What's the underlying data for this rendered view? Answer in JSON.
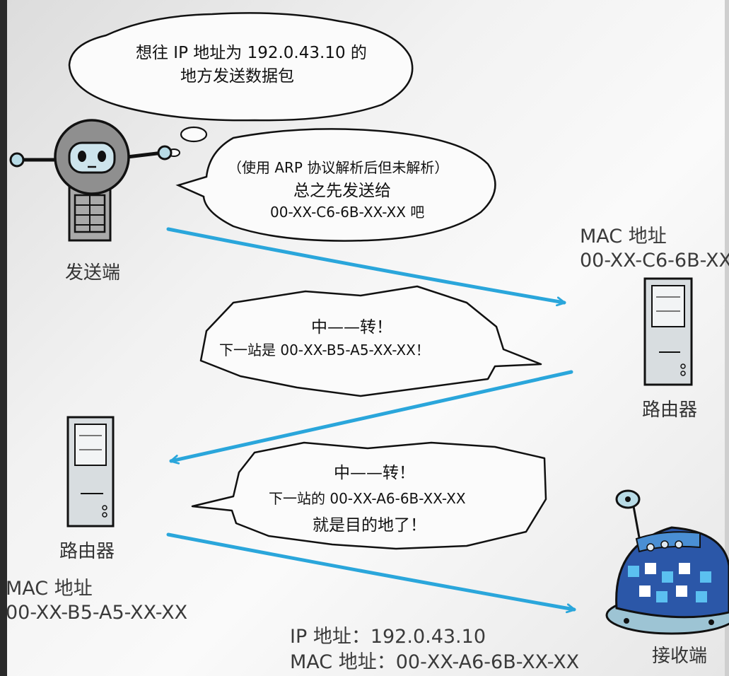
{
  "bubbles": {
    "thought": {
      "line1": "想往 IP 地址为 192.0.43.10 的",
      "line2": "地方发送数据包"
    },
    "speech1": {
      "line1": "（使用 ARP 协议解析后但未解析）",
      "line2": "总之先发送给",
      "line3": "00-XX-C6-6B-XX-XX 吧"
    },
    "speech2": {
      "line1": "中——转！",
      "line2": "下一站是 00-XX-B5-A5-XX-XX！"
    },
    "speech3": {
      "line1": "中——转！",
      "line2": "下一站的 00-XX-A6-6B-XX-XX",
      "line3": "就是目的地了！"
    }
  },
  "sender": {
    "label": "发送端"
  },
  "router1": {
    "mac_title": "MAC 地址",
    "mac": "00-XX-C6-6B-XX-",
    "label": "路由器"
  },
  "router2": {
    "mac_title": "MAC 地址",
    "mac": "00-XX-B5-A5-XX-XX",
    "label": "路由器"
  },
  "receiver": {
    "label": "接收端",
    "ip_line": "IP 地址：192.0.43.10",
    "mac_line": "MAC 地址：00-XX-A6-6B-XX-XX"
  },
  "colors": {
    "arrow": "#2aa6db",
    "router_fill": "#d8dde0",
    "robot_gray": "#8f8f8f",
    "receiver_blue": "#2b57a8"
  }
}
